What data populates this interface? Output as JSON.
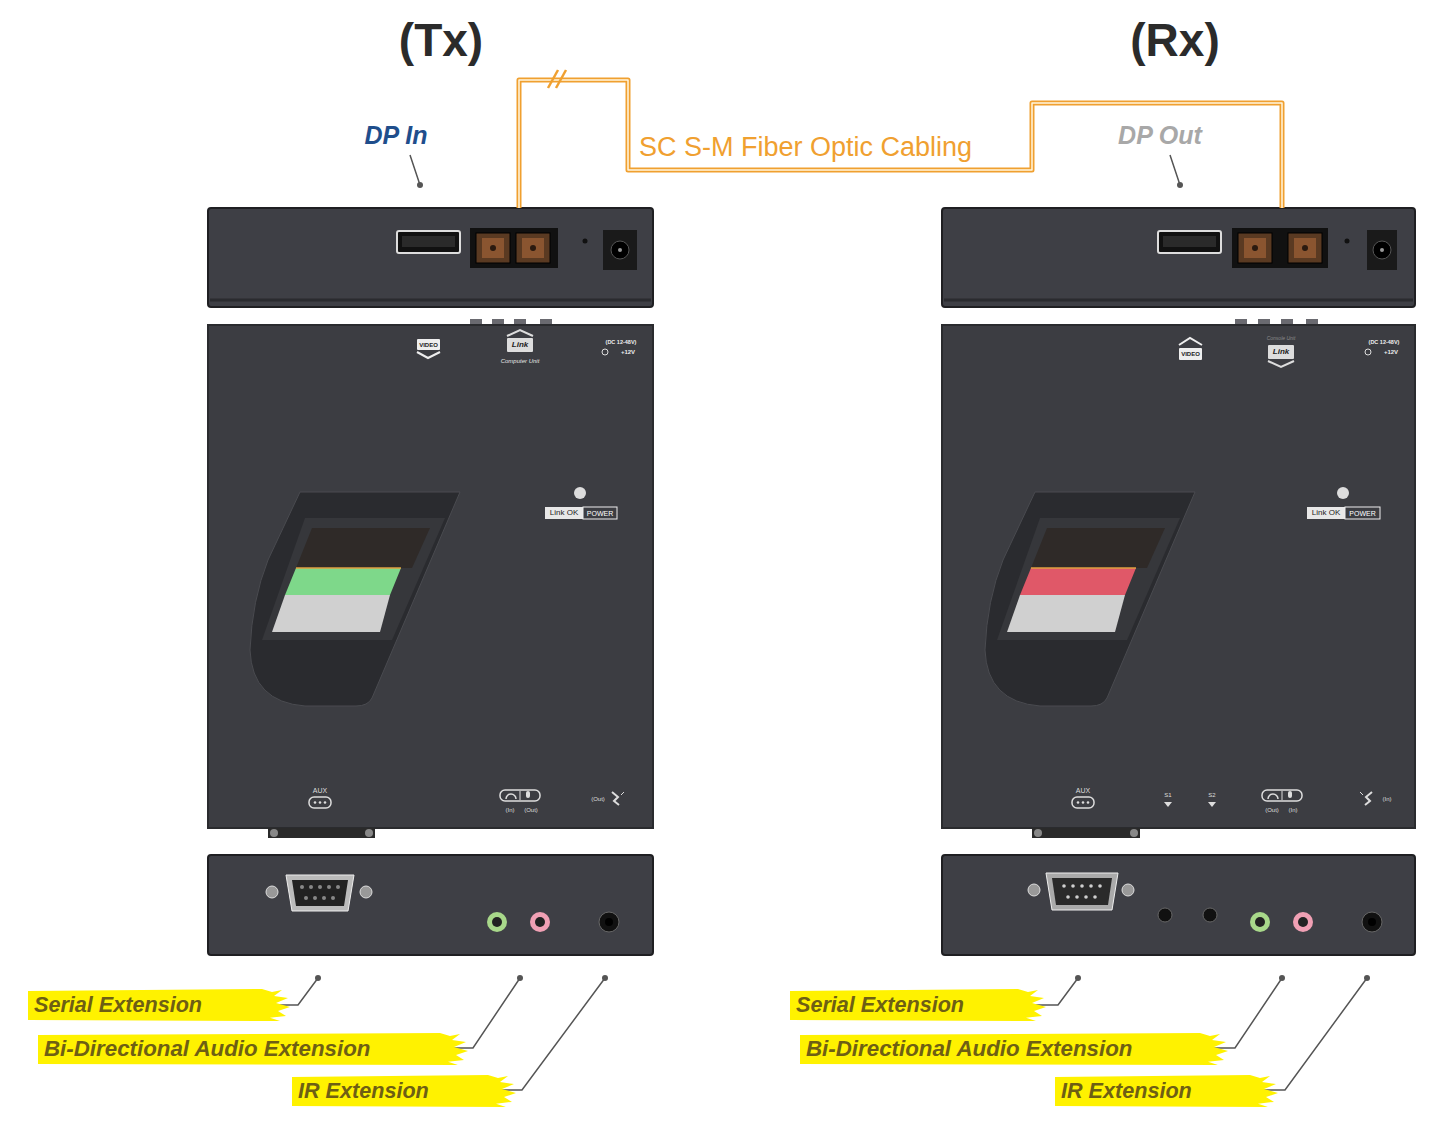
{
  "diagram": {
    "nodes": [
      {
        "text": [
          "(Tx)"
        ]
      },
      {
        "text": [
          "(Rx)"
        ]
      },
      {
        "text": [
          "Serial Extension"
        ]
      },
      {
        "text": [
          "Serial Extension"
        ]
      },
      {
        "text": [
          "Bi-Directional Audio Extension"
        ]
      },
      {
        "text": [
          "Bi-Directional Audio Extension"
        ]
      },
      {
        "text": [
          "IR Extension"
        ]
      },
      {
        "text": [
          "IR Extension"
        ]
      }
    ],
    "edges": [
      {
        "from": 0,
        "to": 1,
        "arrow": "none",
        "label": "SC S-M Fiber Optic Cabling"
      }
    ],
    "labels": [
      "DP In",
      "DP Out",
      "VIDEO",
      "Link",
      "Computer Unit",
      "(DC 12-48V)",
      "+12V",
      "Link OK",
      "POWER",
      "AUX",
      "(In)",
      "(Out)",
      "(Out)",
      "VIDEO",
      "Console Unit",
      "Link",
      "(DC 12-48V)",
      "+12V",
      "Link OK",
      "POWER",
      "AUX",
      "S1",
      "S2",
      "(Out)",
      "(In)",
      "(In)"
    ]
  }
}
